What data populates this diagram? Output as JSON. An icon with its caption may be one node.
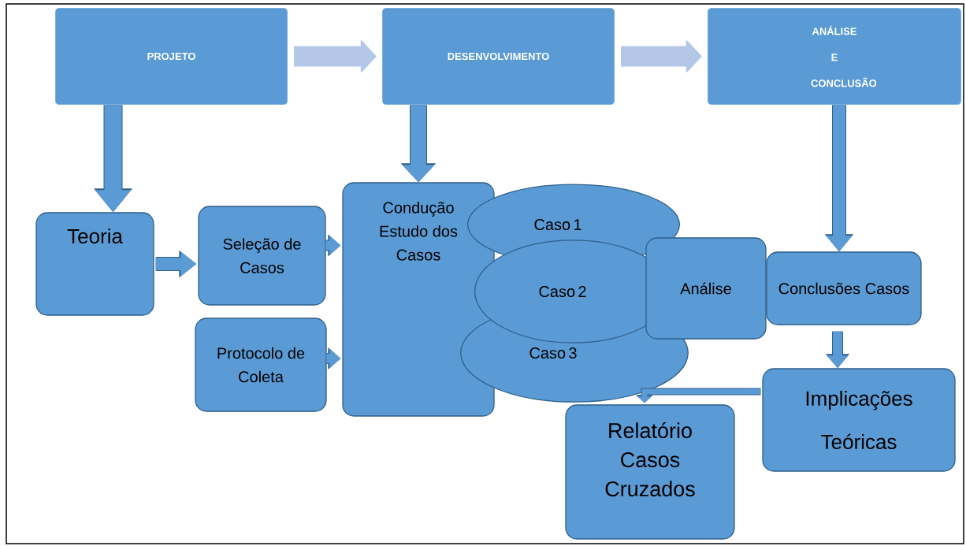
{
  "diagram": {
    "nodes": [
      {
        "text": [
          "PROJETO"
        ]
      },
      {
        "text": [
          "DESENVOLVIMENTO"
        ]
      },
      {
        "text": [
          "ANÁLISE E CONCLUSÃO"
        ]
      },
      {
        "text": [
          "Teoria"
        ]
      },
      {
        "text": [
          "Seleção de Casos"
        ]
      },
      {
        "text": [
          "Protocolo de Coleta"
        ]
      },
      {
        "text": [
          "Condução Estudo dos Casos"
        ]
      },
      {
        "text": [
          "Caso 1"
        ]
      },
      {
        "text": [
          "Caso 2"
        ]
      },
      {
        "text": [
          "Caso 3"
        ]
      },
      {
        "text": [
          "Análise"
        ]
      },
      {
        "text": [
          "Conclusões Casos"
        ]
      },
      {
        "text": [
          "Implicações Teóricas"
        ]
      },
      {
        "text": [
          "Relatório Casos Cruzados"
        ]
      }
    ],
    "edges": [
      {
        "from": 0,
        "to": 1,
        "arrow": "to",
        "color": "#b4c7e7"
      },
      {
        "from": 1,
        "to": 2,
        "arrow": "to",
        "color": "#b4c7e7"
      },
      {
        "from": 0,
        "to": 3,
        "arrow": "to"
      },
      {
        "from": 1,
        "to": 6,
        "arrow": "to"
      },
      {
        "from": 2,
        "to": 11,
        "arrow": "to"
      },
      {
        "from": 3,
        "to": 4,
        "arrow": "to"
      },
      {
        "from": 4,
        "to": 6,
        "arrow": "to"
      },
      {
        "from": 5,
        "to": 6,
        "arrow": "to"
      },
      {
        "from": 11,
        "to": 12,
        "arrow": "to"
      },
      {
        "from": 12,
        "to": 13,
        "arrow": "to"
      }
    ]
  }
}
